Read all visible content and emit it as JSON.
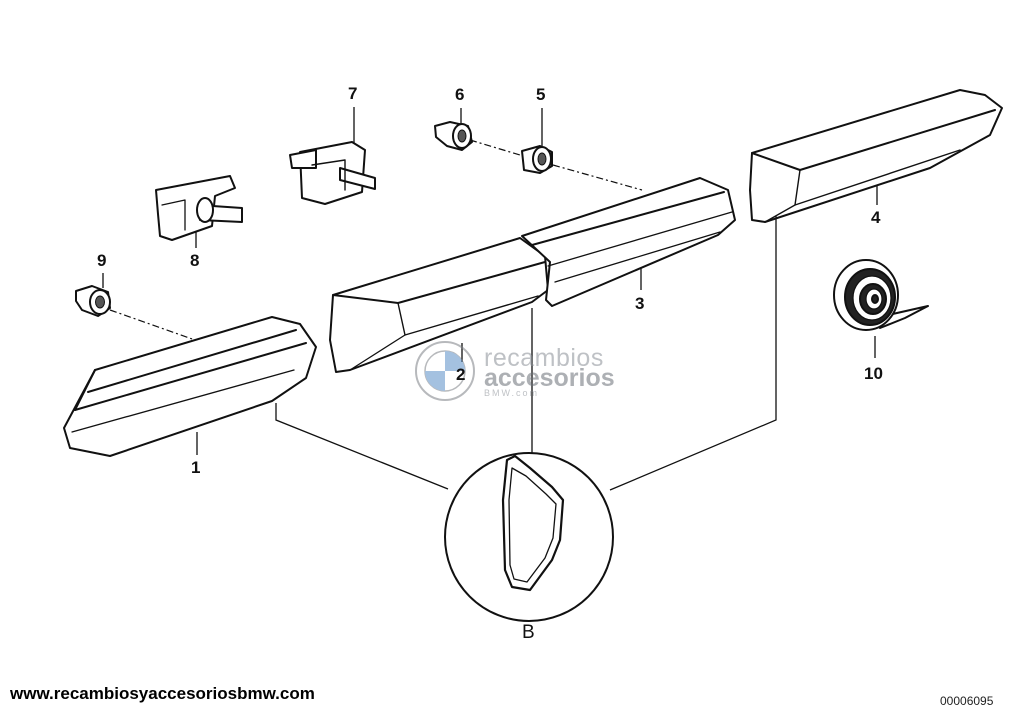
{
  "callouts": {
    "c1": "1",
    "c2": "2",
    "c3": "3",
    "c4": "4",
    "c5": "5",
    "c6": "6",
    "c7": "7",
    "c8": "8",
    "c9": "9",
    "c10": "10"
  },
  "detail_label": "B",
  "watermark": {
    "line1": "recambios",
    "line2": "accesorios",
    "line3": "BMW.com",
    "colors": {
      "logo_blue": "#5b8fc8",
      "logo_ring": "#7d8187"
    }
  },
  "footer": {
    "url": "www.recambiosyaccesoriosbmw.com",
    "doc_number": "00006095"
  }
}
